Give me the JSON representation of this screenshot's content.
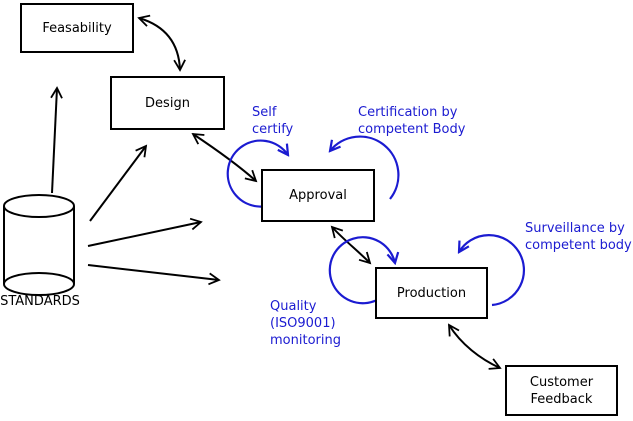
{
  "diagram": {
    "boxes": {
      "feasability": "Feasability",
      "design": "Design",
      "approval": "Approval",
      "production": "Production",
      "customer_feedback": "Customer\nFeedback"
    },
    "datastore": {
      "label": "STANDARDS"
    },
    "annotations": {
      "self_certify": "Self\ncertify",
      "certification": "Certification by\ncompetent Body",
      "surveillance": "Surveillance by\ncompetent body",
      "quality": "Quality\n(ISO9001)\nmonitoring"
    },
    "colors": {
      "line": "#000000",
      "annotation_blue": "#1b1bd1"
    }
  }
}
